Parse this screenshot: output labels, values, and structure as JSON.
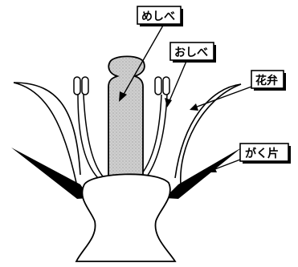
{
  "labels": {
    "pistil": "めしべ",
    "stamen": "おしべ",
    "petal": "花弁",
    "sepal": "がく片"
  },
  "colors": {
    "ink": "#000000",
    "pistil_fill": "#c8c8c8",
    "background": "#ffffff"
  }
}
